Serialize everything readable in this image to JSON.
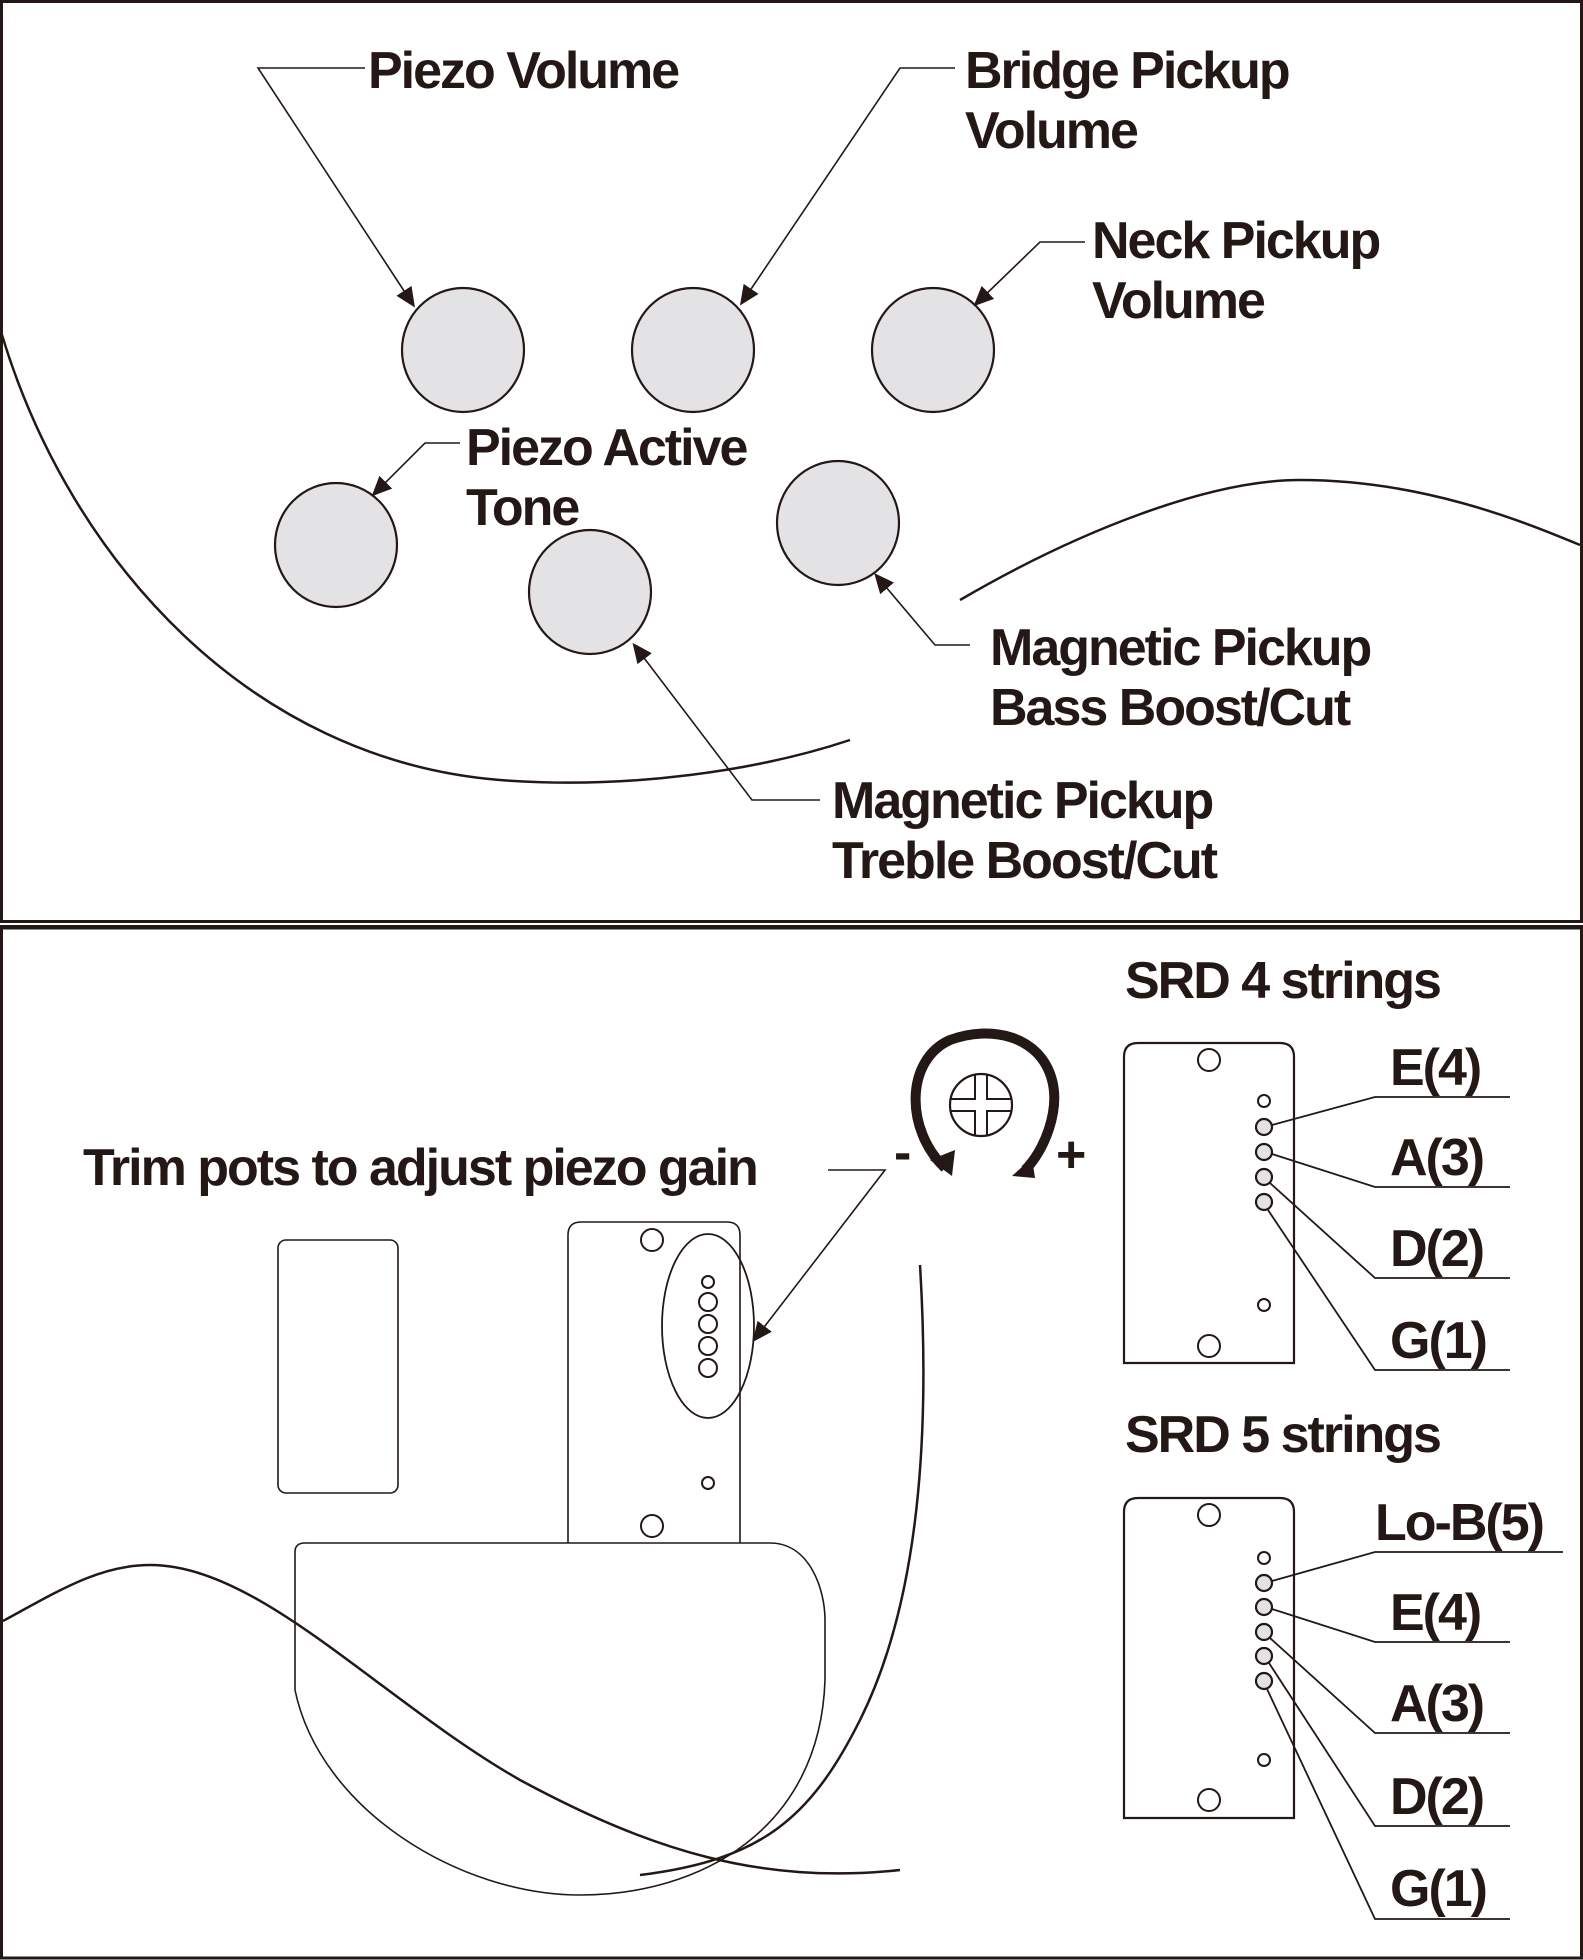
{
  "top_panel": {
    "controls": [
      {
        "id": "piezo-volume",
        "label_lines": [
          "Piezo Volume"
        ]
      },
      {
        "id": "bridge-pickup-volume",
        "label_lines": [
          "Bridge Pickup",
          "Volume"
        ]
      },
      {
        "id": "neck-pickup-volume",
        "label_lines": [
          "Neck Pickup",
          "Volume"
        ]
      },
      {
        "id": "piezo-active-tone",
        "label_lines": [
          "Piezo Active",
          "Tone"
        ]
      },
      {
        "id": "magnetic-pickup-bass",
        "label_lines": [
          "Magnetic Pickup",
          "Bass Boost/Cut"
        ]
      },
      {
        "id": "magnetic-pickup-treble",
        "label_lines": [
          "Magnetic Pickup",
          "Treble Boost/Cut"
        ]
      }
    ]
  },
  "bottom_panel": {
    "trim_label": "Trim pots to adjust piezo gain",
    "minus_sign": "-",
    "plus_sign": "+",
    "srd4": {
      "title": "SRD 4 strings",
      "strings": [
        "E(4)",
        "A(3)",
        "D(2)",
        "G(1)"
      ]
    },
    "srd5": {
      "title": "SRD 5 strings",
      "strings": [
        "Lo-B(5)",
        "E(4)",
        "A(3)",
        "D(2)",
        "G(1)"
      ]
    }
  },
  "colors": {
    "ink": "#231815",
    "knob_fill": "#e3e3e5",
    "background": "#ffffff"
  }
}
